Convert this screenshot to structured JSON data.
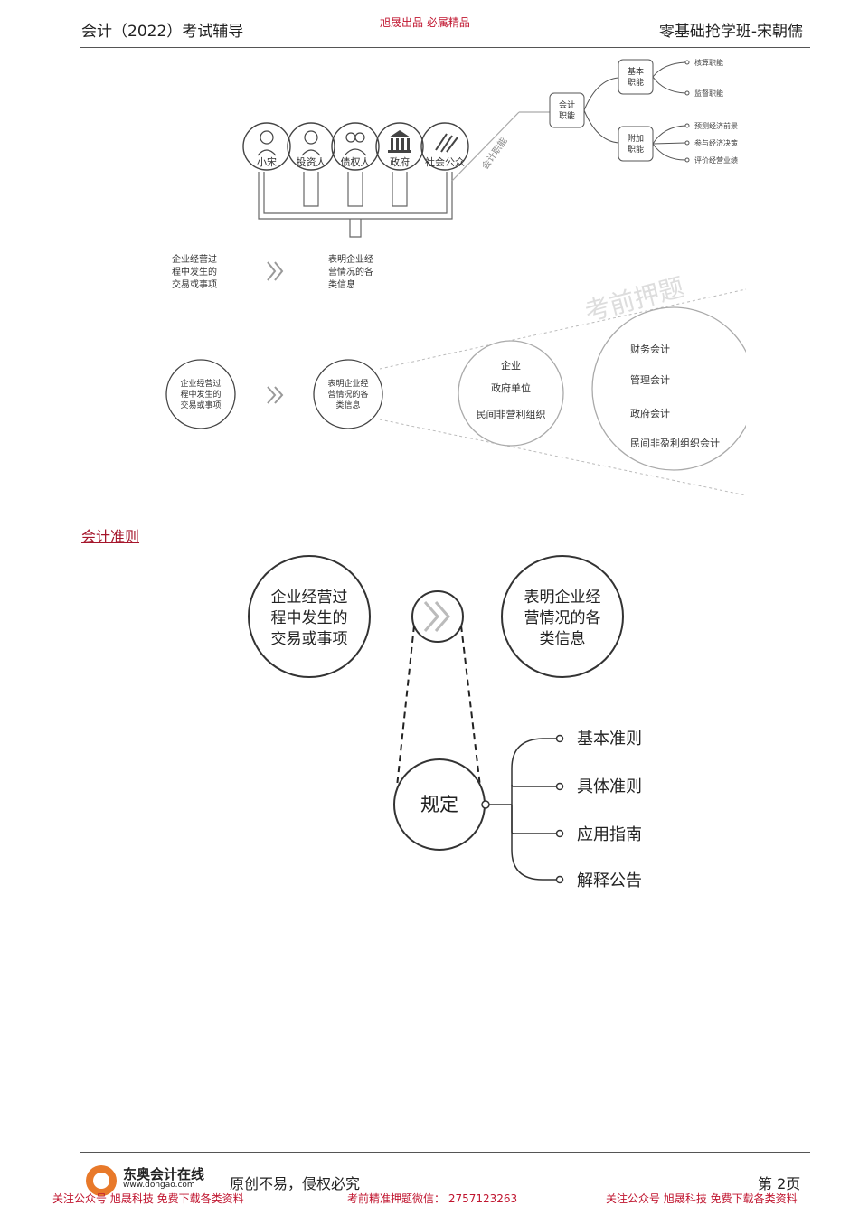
{
  "header": {
    "left": "会计（2022）考试辅导",
    "center": "旭晟出品  必属精品",
    "right": "零基础抢学班-宋朝儒"
  },
  "top_diagram": {
    "people": [
      "小宋",
      "投资人",
      "债权人",
      "政府",
      "社会公众"
    ],
    "diagonal_label": "会计职能",
    "root": "会计\n职能",
    "basic": "基本\n职能",
    "basic_items": [
      "核算职能",
      "监督职能"
    ],
    "extra": "附加\n职能",
    "extra_items": [
      "预测经济前景",
      "参与经济决策",
      "评价经营业绩"
    ]
  },
  "flow_small": {
    "left": "企业经营过\n程中发生的\n交易或事项",
    "right": "表明企业经\n营情况的各\n类信息"
  },
  "watermark": "考前押题",
  "flow_detail": {
    "left": "企业经营过\n程中发生的\n交易或事项",
    "middle": "表明企业经\n营情况的各\n类信息",
    "entities": [
      "企业",
      "政府单位",
      "民间非营利组织"
    ],
    "accounting_types": [
      "财务会计",
      "管理会计",
      "政府会计",
      "民间非盈利组织会计"
    ]
  },
  "section_title": "会计准则",
  "standards": {
    "left": "企业经营过\n程中发生的\n交易或事项",
    "right": "表明企业经\n营情况的各\n类信息",
    "center": "规定",
    "items": [
      "基本准则",
      "具体准则",
      "应用指南",
      "解释公告"
    ]
  },
  "footer": {
    "logo_name": "东奥会计在线",
    "logo_url": "www.dongao.com",
    "slogan": "原创不易，侵权必究",
    "page": "第 2页",
    "promo_left": "关注公众号 旭晟科技 免费下载各类资料",
    "promo_center": "考前精准押题微信：  2757123263",
    "promo_right": "关注公众号 旭晟科技 免费下载各类资料"
  },
  "colors": {
    "accent_red": "#c0152f",
    "line_gray": "#555555"
  }
}
